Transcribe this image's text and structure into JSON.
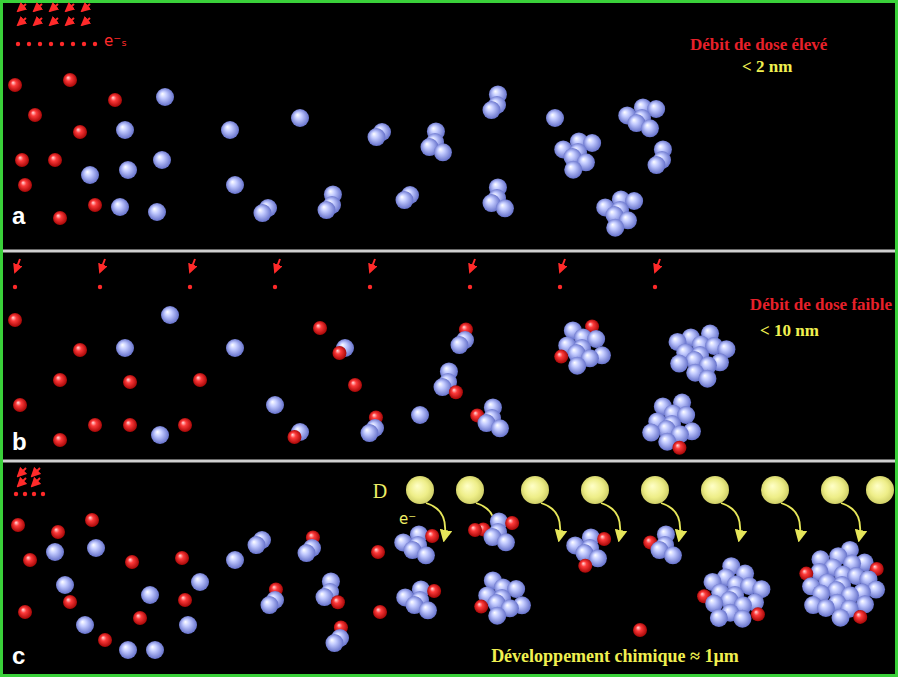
{
  "diagram": {
    "labels": [
      "e⁻ₛ",
      "Débit de dose élevé",
      "< 2 nm",
      "a",
      "Débit de dose faible",
      "< 10 nm",
      "b",
      "D",
      "e⁻",
      "Développement chimique ≈ 1µm",
      "c"
    ]
  }
}
